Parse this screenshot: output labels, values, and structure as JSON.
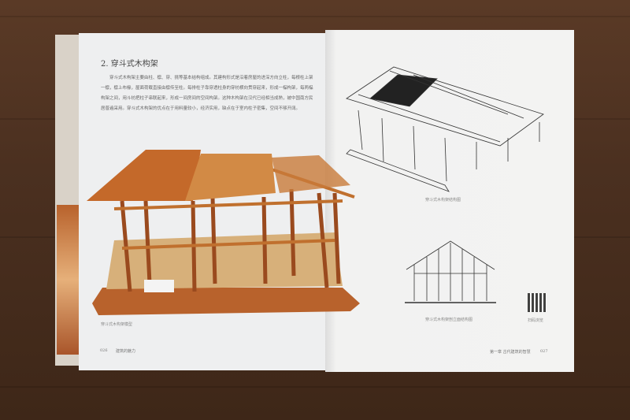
{
  "left_page": {
    "heading": "2. 穿斗式木构架",
    "body": "穿斗式木构架主要由柱、檩、穿、挑等基本结构组成。其建构形式是沿着房屋的进深方向立柱，每根柱上架一檩，檩上布椽，屋面荷载直接由檩传至柱。每排柱子靠穿透柱身的穿枋横向贯穿起来，形成一榀构架，每两榀构架之间，用斗枋把柱子串联起来，形成一间房间的空间构架。这种木构架在汉代已经相当成熟，被中国南方民居普遍采用。穿斗式木构架的优点在于用料量较小，经济实用，缺点在于室内柱子密集，空间不够开阔。",
    "photo_caption": "穿斗式木构架模型",
    "page_number": "026",
    "running_head": "建筑的魅力"
  },
  "right_page": {
    "diagram_caption": "穿斗式木构架结构图",
    "elevation_caption": "穿斗式木构架剖立面结构图",
    "qr_caption": "扫码浏览",
    "running_head": "第一章 古代建筑的智慧",
    "page_number": "027"
  }
}
